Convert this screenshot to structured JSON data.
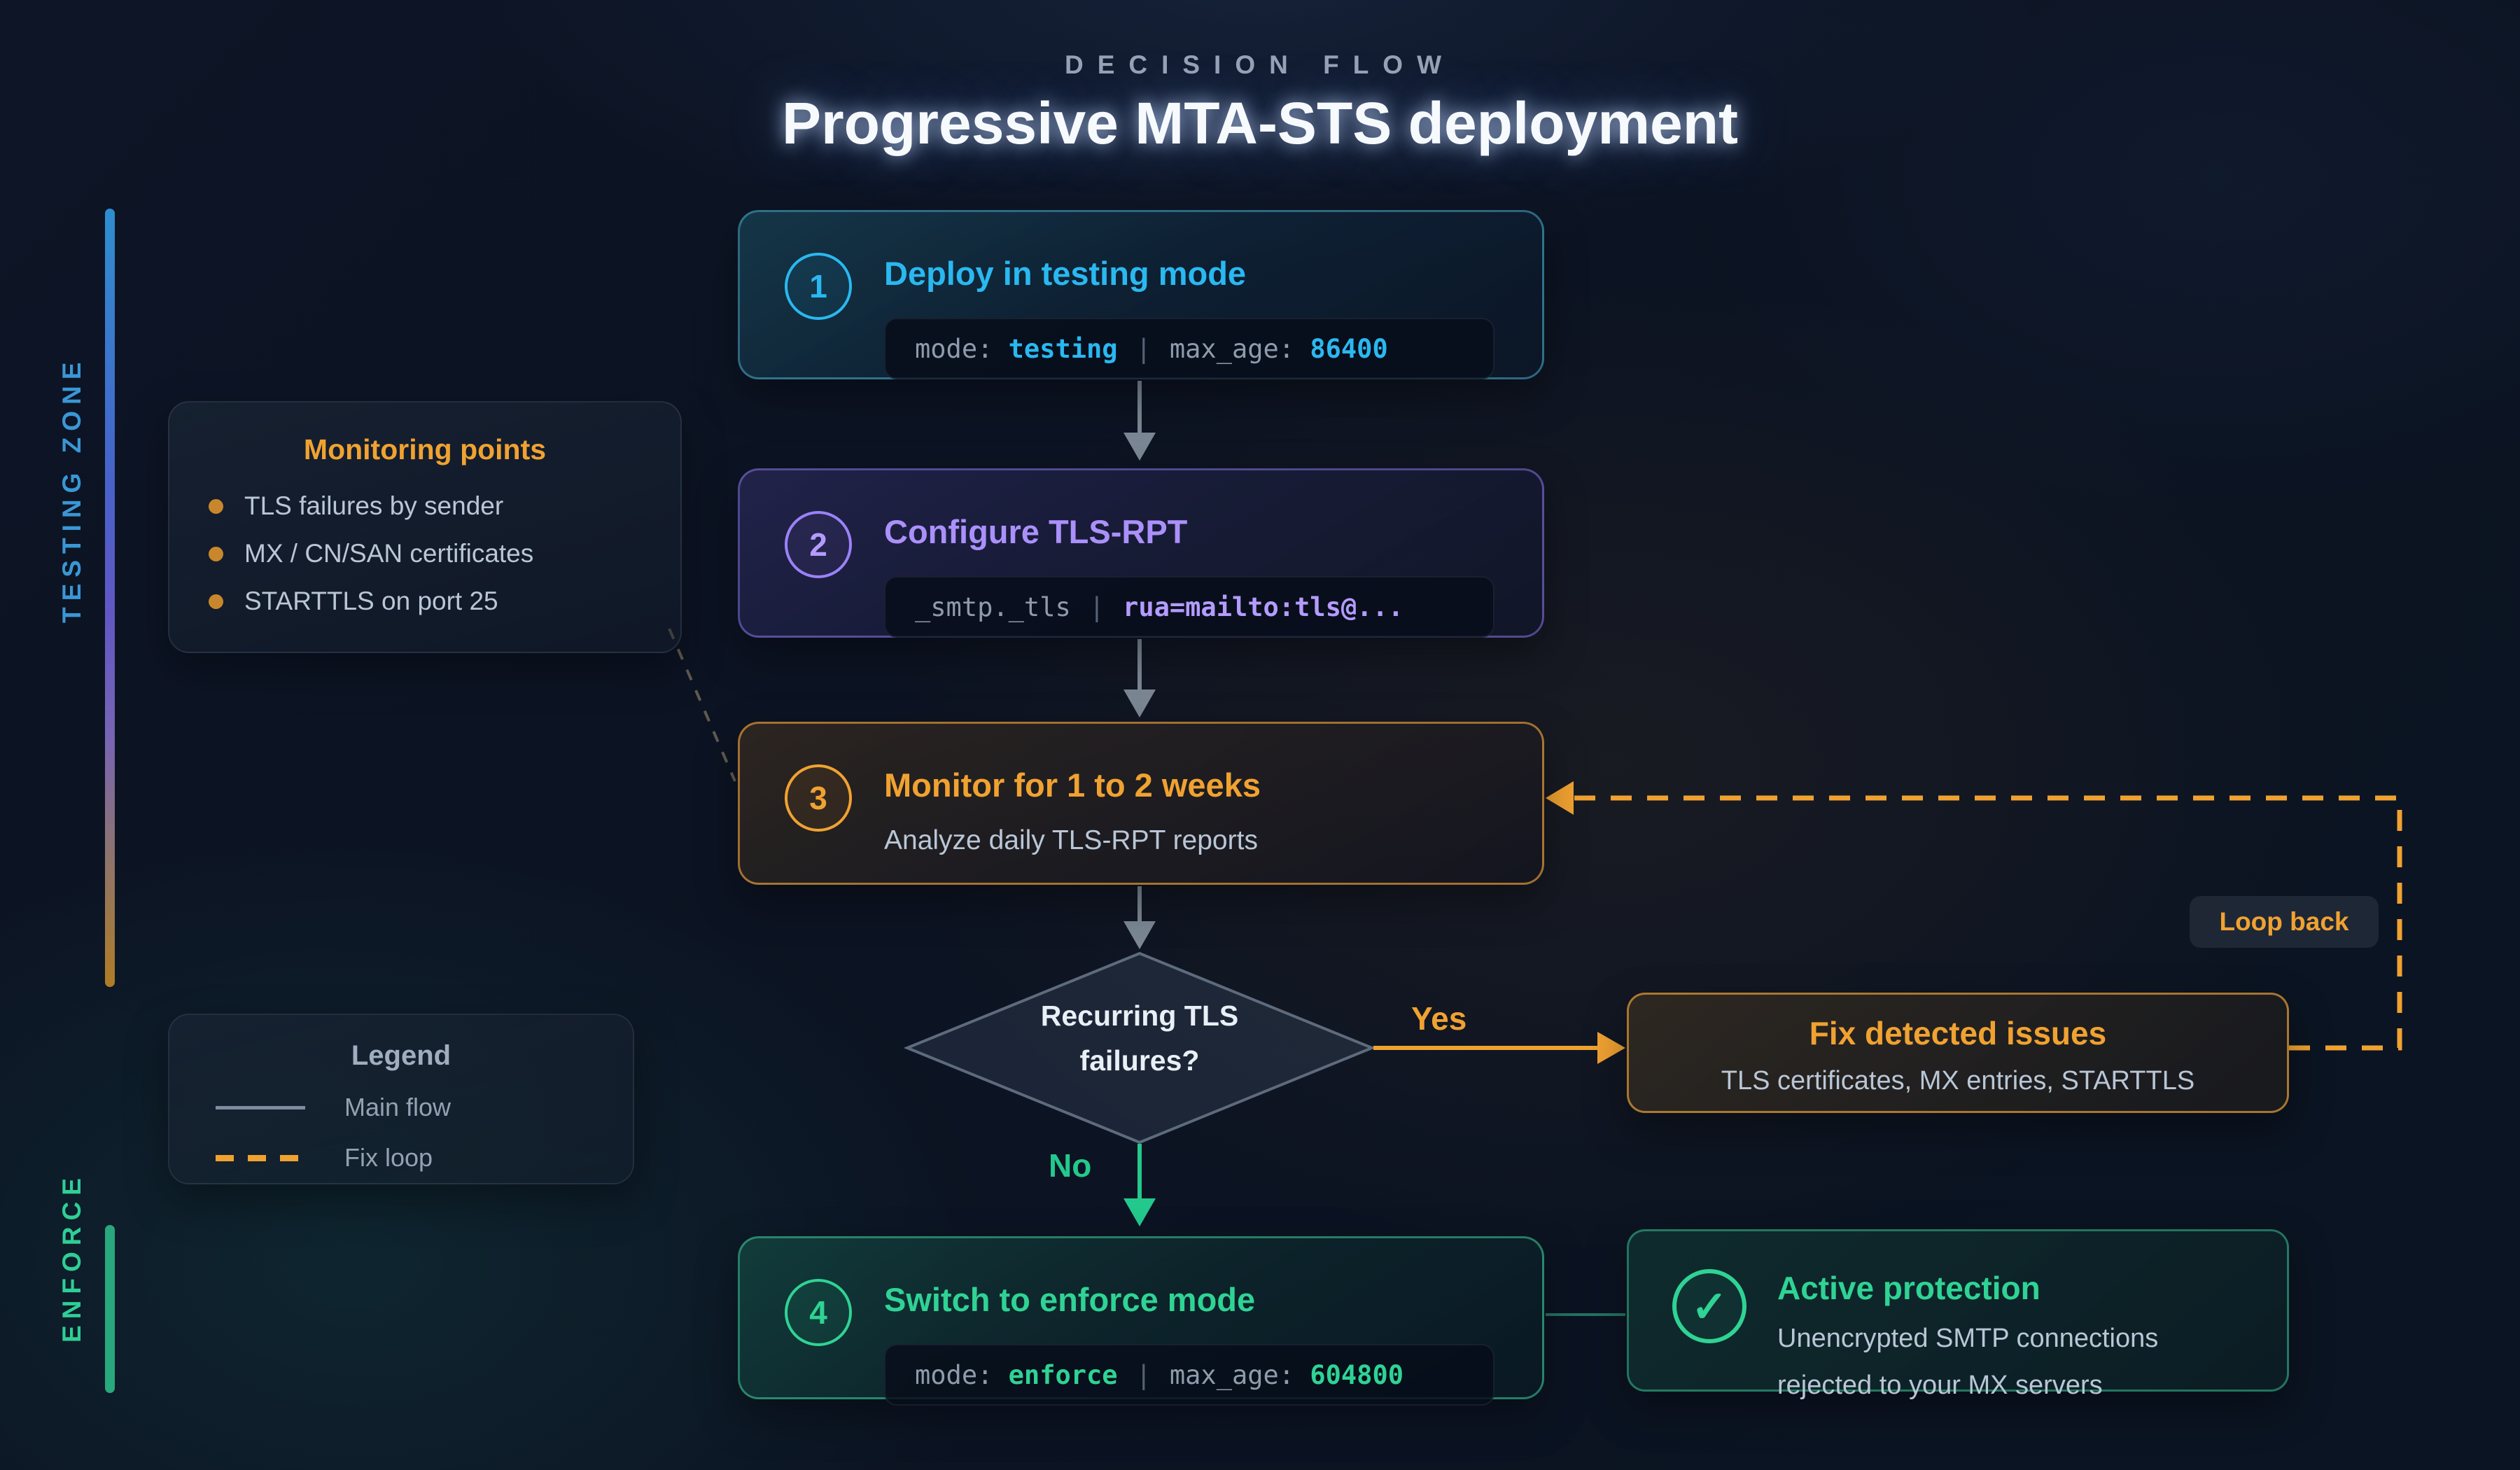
{
  "header": {
    "kicker": "DECISION FLOW",
    "title": "Progressive MTA-STS deployment"
  },
  "zones": {
    "testing": "TESTING ZONE",
    "enforce": "ENFORCE"
  },
  "steps": [
    {
      "number": "1",
      "title": "Deploy in testing mode",
      "code": {
        "key1": "mode: ",
        "val1": "testing",
        "sep": "|",
        "key2": "max_age: ",
        "val2": "86400"
      }
    },
    {
      "number": "2",
      "title": "Configure TLS-RPT",
      "code": {
        "key1": "_smtp._tls",
        "sep": "|",
        "val2": "rua=mailto:tls@..."
      }
    },
    {
      "number": "3",
      "title": "Monitor for 1 to 2 weeks",
      "subtitle": "Analyze daily TLS-RPT reports"
    },
    {
      "number": "4",
      "title": "Switch to enforce mode",
      "code": {
        "key1": "mode: ",
        "val1": "enforce",
        "sep": "|",
        "key2": "max_age: ",
        "val2": "604800"
      }
    }
  ],
  "monitoring": {
    "title": "Monitoring points",
    "items": [
      "TLS failures by sender",
      "MX / CN/SAN certificates",
      "STARTTLS on port 25"
    ]
  },
  "legend": {
    "title": "Legend",
    "main_flow": "Main flow",
    "fix_loop": "Fix loop"
  },
  "decision": {
    "line1": "Recurring TLS",
    "line2": "failures?",
    "yes": "Yes",
    "no": "No"
  },
  "fix": {
    "title": "Fix detected issues",
    "subtitle": "TLS certificates, MX entries, STARTTLS"
  },
  "loopback_label": "Loop back",
  "active": {
    "check": "✓",
    "title": "Active protection",
    "line1": "Unencrypted SMTP connections",
    "line2": "rejected to your MX servers"
  },
  "colors": {
    "step1_accent": "#2ab8f0",
    "step2_accent": "#ab90fb",
    "step3_accent": "#f0a231",
    "step4_accent": "#2fd394",
    "muted_text": "#b9c6d6",
    "flow_line": "#7b8794",
    "background": "#0c1422"
  }
}
